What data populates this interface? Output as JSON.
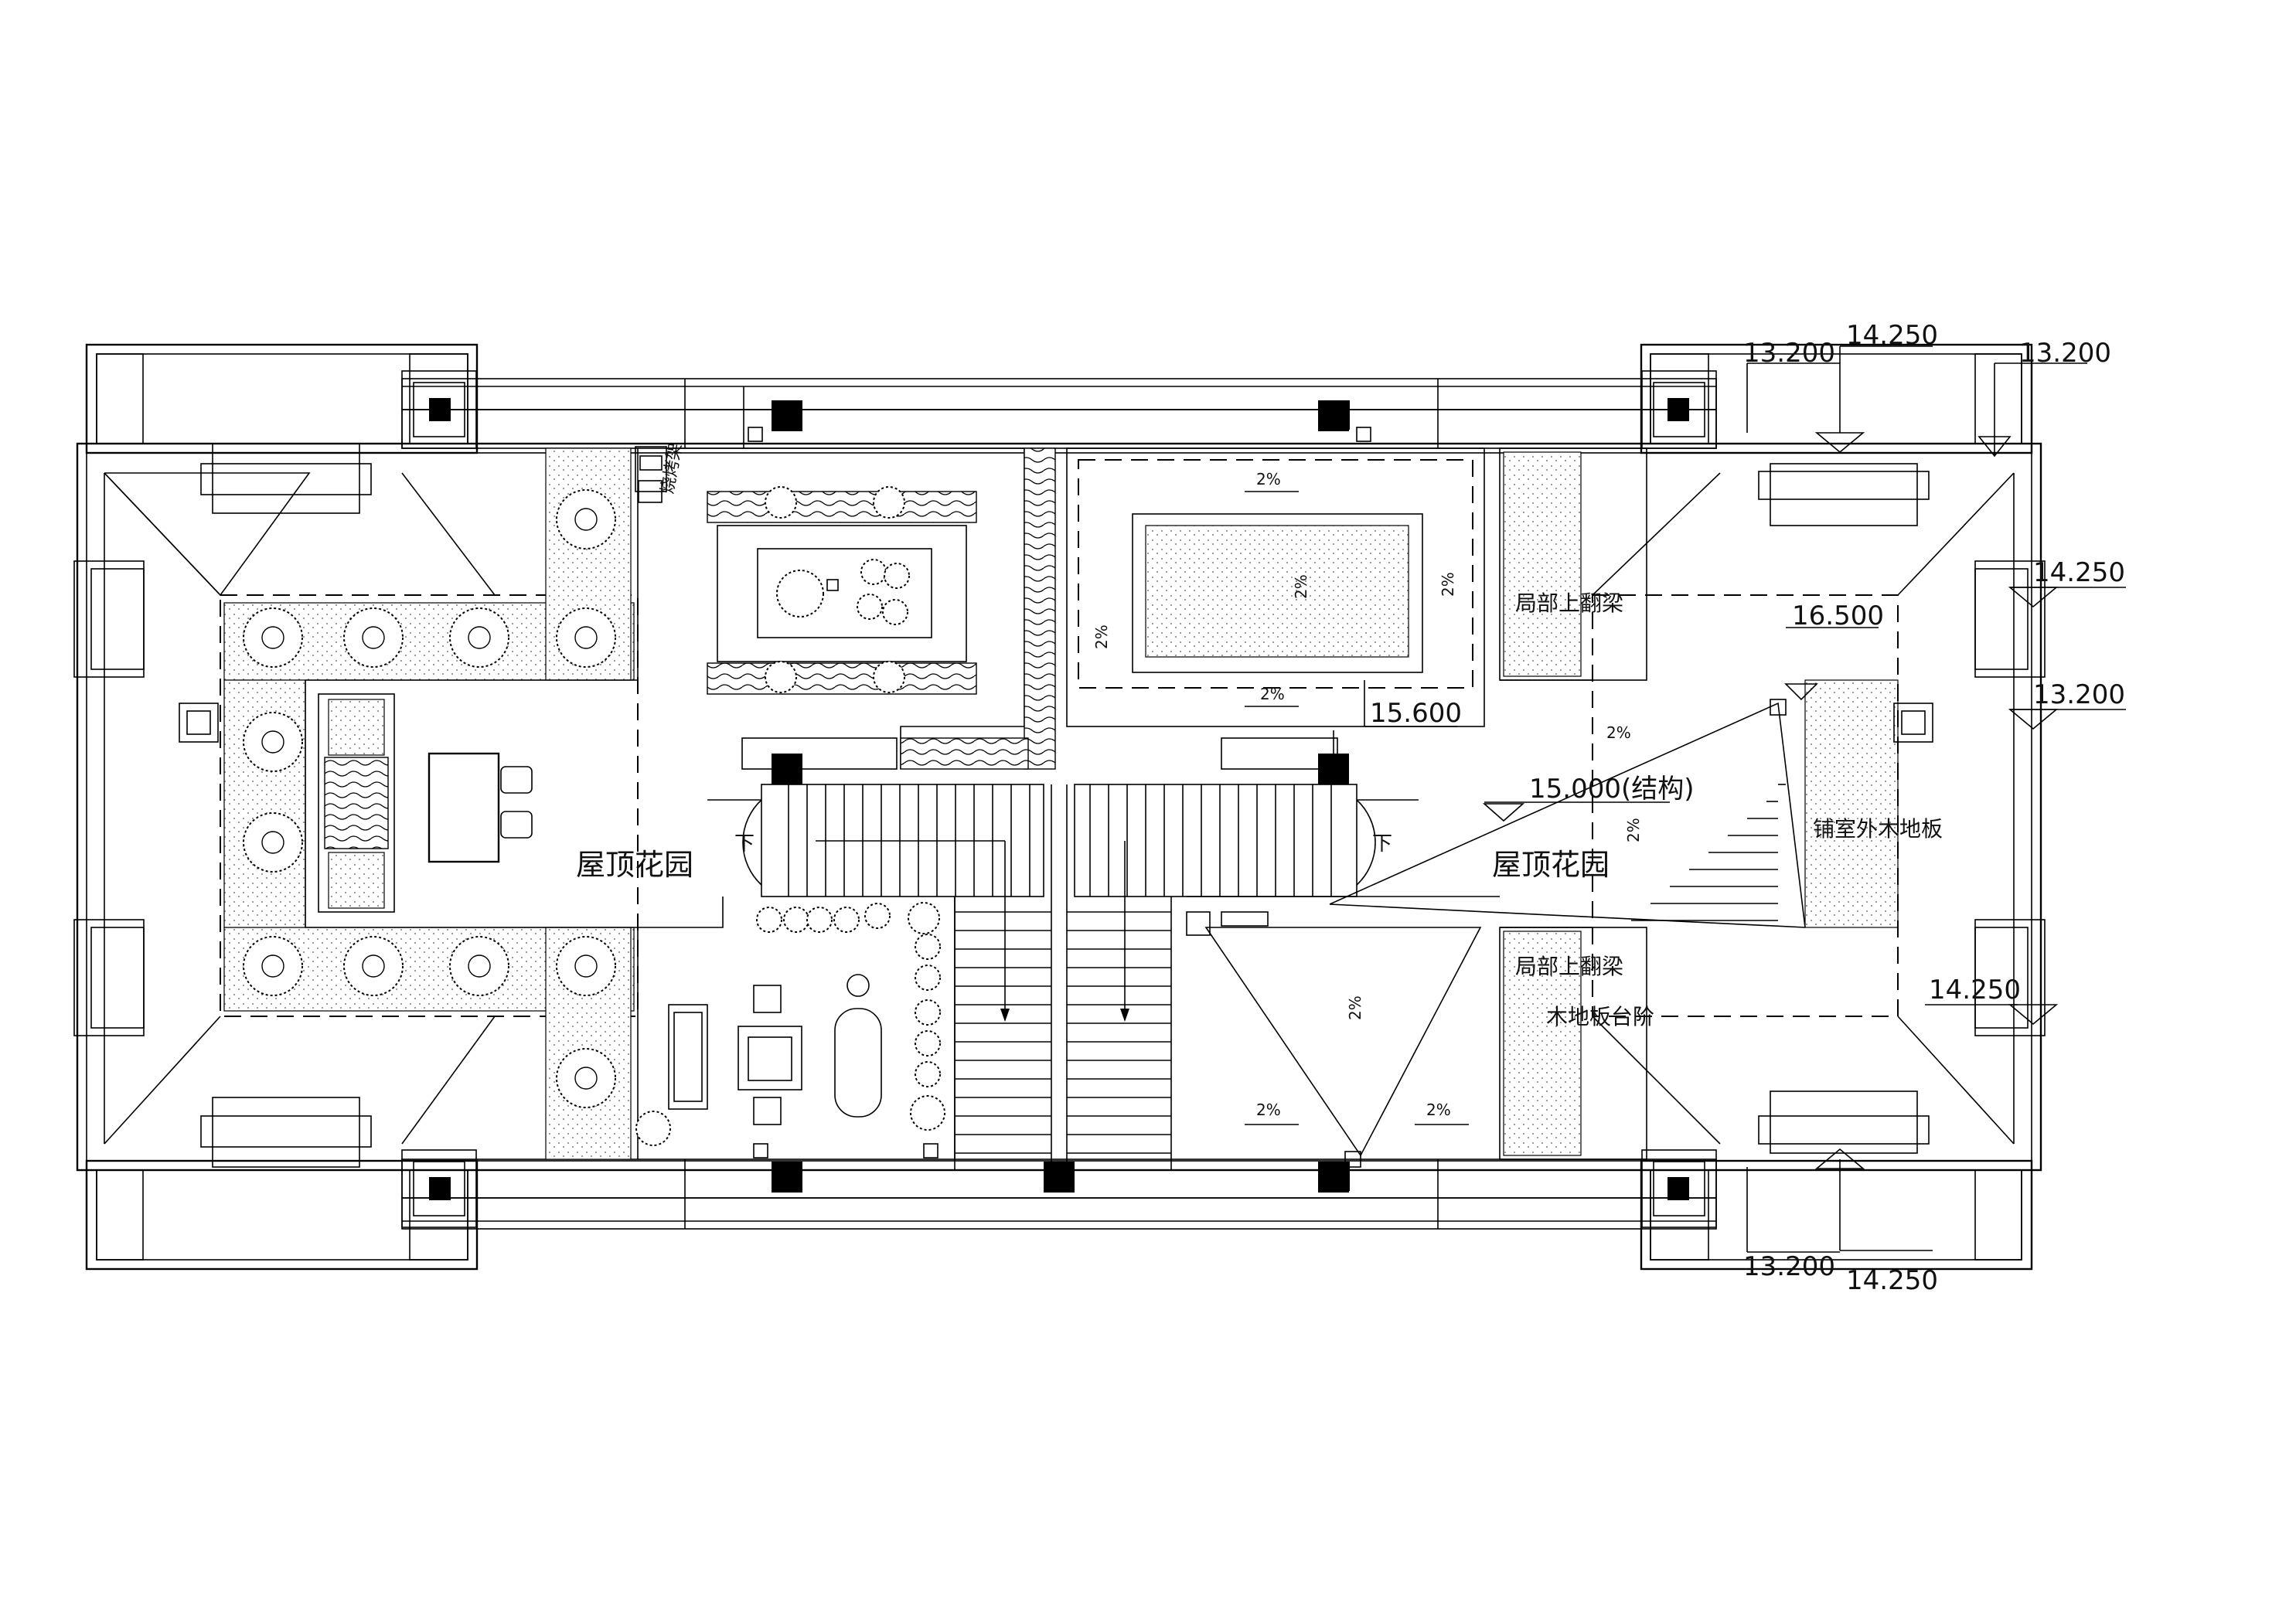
{
  "labels": {
    "roof_garden_left": "屋顶花园",
    "roof_garden_right": "屋顶花园",
    "bbq": "烧烤架",
    "beam_top": "局部上翻梁",
    "beam_bottom": "局部上翻梁",
    "wood_floor": "铺室外木地板",
    "wood_steps": "木地板台阶",
    "down_left": "下",
    "down_right": "下"
  },
  "elevations": {
    "e_13200_top_left": "13.200",
    "e_14250_top": "14.250",
    "e_13200_top_right": "13.200",
    "e_14250_right_upper": "14.250",
    "e_13200_right": "13.200",
    "e_16500": "16.500",
    "e_15600": "15.600",
    "e_15000": "15.000(结构)",
    "e_14250_right_lower": "14.250",
    "e_13200_bottom": "13.200",
    "e_14250_bottom": "14.250"
  },
  "slopes": {
    "s1": "2%",
    "s2": "2%",
    "s3": "2%",
    "s4": "2%",
    "s5": "2%",
    "s6": "2%",
    "s7": "2%",
    "s8": "2%",
    "s9": "2%"
  },
  "colors": {
    "line": "#000000",
    "background": "#ffffff"
  }
}
